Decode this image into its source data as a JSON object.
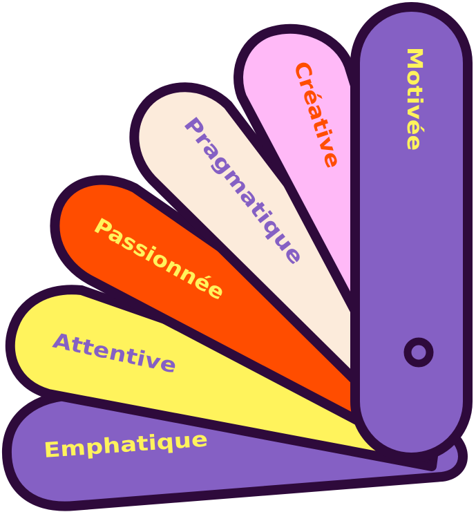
{
  "outline_color": "#2e0a3b",
  "blades": [
    {
      "id": "emphatique",
      "label": "Emphatique",
      "fill": "#8560c4",
      "text_color": "#fff35c"
    },
    {
      "id": "attentive",
      "label": "Attentive",
      "fill": "#fff35c",
      "text_color": "#8560c4"
    },
    {
      "id": "passionnee",
      "label": "Passionnée",
      "fill": "#ff4d00",
      "text_color": "#fff35c"
    },
    {
      "id": "pragmatique",
      "label": "Pragmatique",
      "fill": "#fcebdb",
      "text_color": "#8560c4"
    },
    {
      "id": "creative",
      "label": "Créative",
      "fill": "#ffb9f7",
      "text_color": "#ff4d00"
    },
    {
      "id": "motivee",
      "label": "Motivée",
      "fill": "#8560c4",
      "text_color": "#fff35c"
    }
  ]
}
